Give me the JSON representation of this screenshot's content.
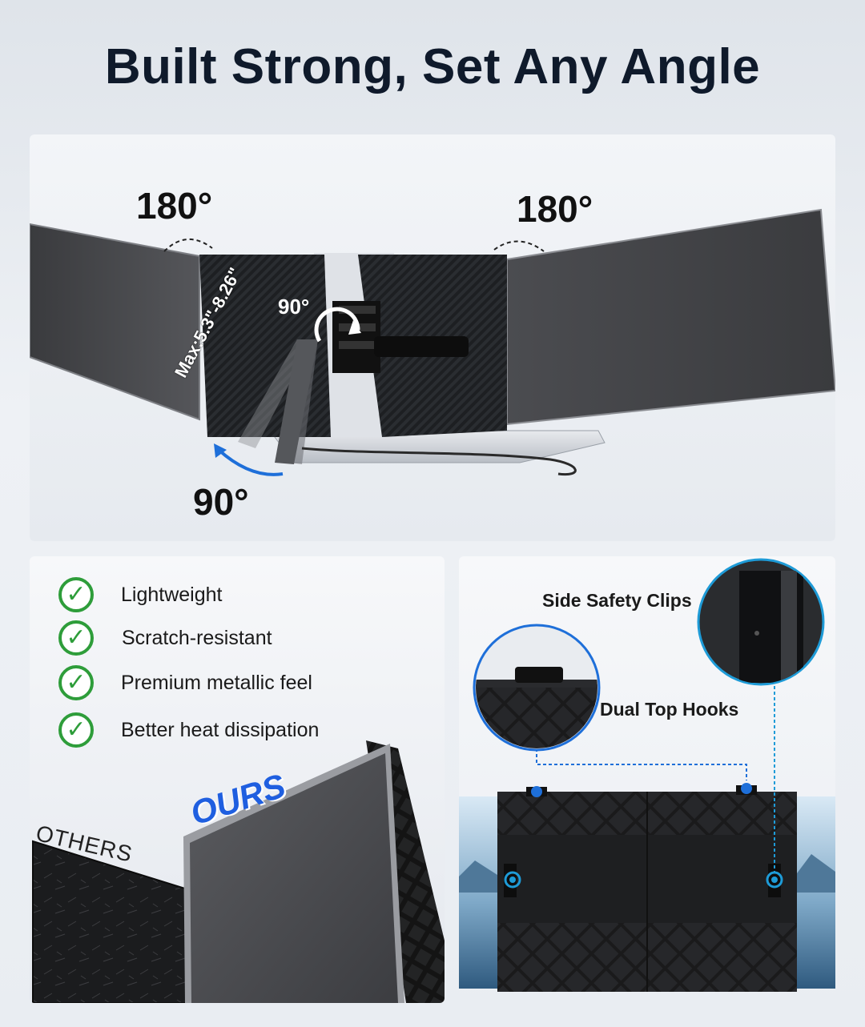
{
  "header": {
    "title": "Built Strong, Set Any Angle"
  },
  "hero": {
    "angle_left_top": "180°",
    "angle_right_top": "180°",
    "angle_hinge": "90°",
    "angle_kickstand": "90°",
    "size_range": "Max:5.3\"-8.26\""
  },
  "features": {
    "items": [
      "Lightweight",
      "Scratch-resistant",
      "Premium metallic feel",
      "Better heat dissipation"
    ],
    "label_ours": "OURS",
    "label_others": "OTHERS"
  },
  "details": {
    "side_clips": "Side Safety Clips",
    "top_hooks": "Dual Top Hooks"
  },
  "colors": {
    "title": "#0f1a2b",
    "check": "#2e9d3a",
    "ours": "#1f5fe0",
    "highlight": "#1e9bd7"
  }
}
